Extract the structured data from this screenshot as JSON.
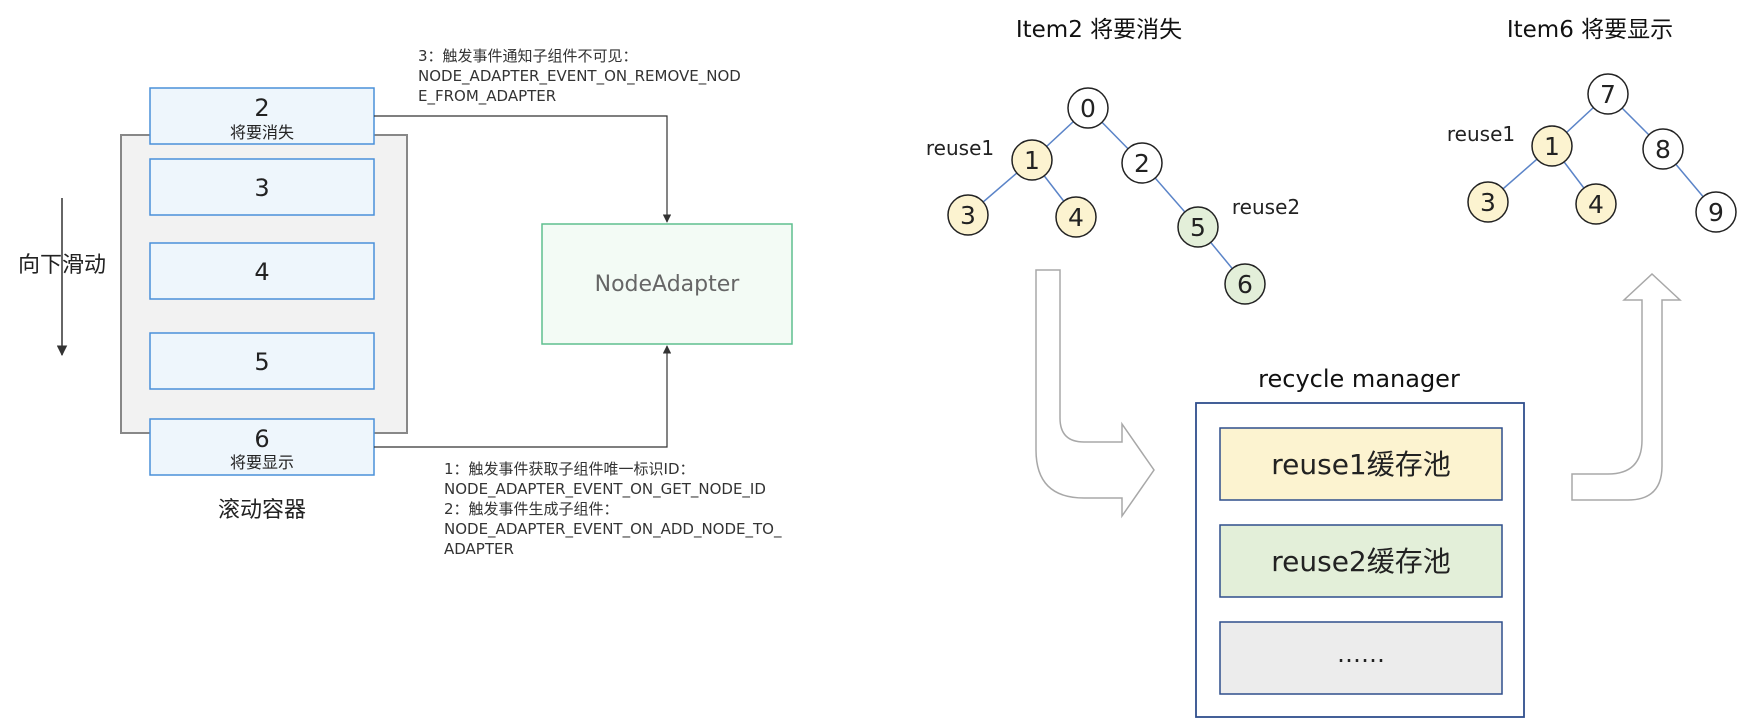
{
  "left": {
    "scroll_direction_label": "向下滑动",
    "container_label": "滚动容器",
    "items": [
      {
        "num": "2",
        "sub": "将要消失"
      },
      {
        "num": "3",
        "sub": ""
      },
      {
        "num": "4",
        "sub": ""
      },
      {
        "num": "5",
        "sub": ""
      },
      {
        "num": "6",
        "sub": "将要显示"
      }
    ],
    "adapter_label": "NodeAdapter",
    "note_top": [
      "3：触发事件通知子组件不可见：",
      "NODE_ADAPTER_EVENT_ON_REMOVE_NOD",
      "E_FROM_ADAPTER"
    ],
    "note_bottom": [
      "1：触发事件获取子组件唯一标识ID：",
      "NODE_ADAPTER_EVENT_ON_GET_NODE_ID",
      "2：触发事件生成子组件：",
      "NODE_ADAPTER_EVENT_ON_ADD_NODE_TO_",
      "ADAPTER"
    ]
  },
  "right": {
    "tree1_title": "Item2  将要消失",
    "tree2_title": "Item6  将要显示",
    "tree1_nodes": [
      "0",
      "1",
      "2",
      "3",
      "4",
      "5",
      "6"
    ],
    "tree2_nodes": [
      "7",
      "1",
      "8",
      "3",
      "4",
      "9"
    ],
    "reuse1_label": "reuse1",
    "reuse2_label": "reuse2",
    "reuse1_label_2": "reuse1",
    "recycle_title": "recycle manager",
    "pools": [
      "reuse1缓存池",
      "reuse2缓存池",
      "……"
    ]
  },
  "colors": {
    "item_fill": "#eef6fc",
    "item_stroke": "#4a90d9",
    "container_fill": "#f2f2f2",
    "container_stroke": "#888888",
    "adapter_fill": "#f3fbf5",
    "adapter_stroke": "#5fbf8f",
    "reuse1_fill": "#fcf3d0",
    "reuse2_fill": "#e3efd9",
    "pool_other_fill": "#ececec",
    "recycle_stroke": "#2f4e8c",
    "tree_edge": "#5b84c8"
  }
}
